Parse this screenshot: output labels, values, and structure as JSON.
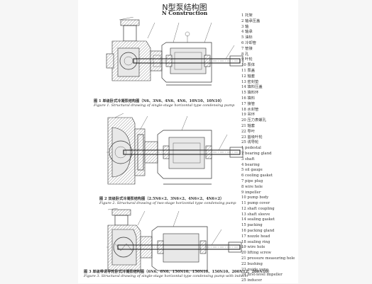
{
  "page": {
    "title": "N型泵结构图",
    "subtitle": "N Construction"
  },
  "figures": [
    {
      "caption_zh": "图 1    单级卧式冷凝泵结构图（N6、3N6、4N6、4N6、10N10、10N10）",
      "caption_en": "Figure 1. Structural drawing of single-stage horizontal type condensing pump"
    },
    {
      "caption_zh": "图 2    双级卧式冷凝泵结构图（2.5N6×2、3N6×2、4N6×2、4N6×2）",
      "caption_en": "Figure 2. Structural drawing of two-stage horizontal type condensing pump"
    },
    {
      "caption_zh": "图 3    单级带诱导轮卧式冷凝泵结构图（6N6、6N6、150N10、150N10、150N10、200N12、200N10）",
      "caption_en": "Figure 3. Structural drawing of single-stage horizontal type condensing pump with inducer"
    }
  ],
  "parts": [
    "1 托架",
    "2 轴承压盖",
    "3 轴",
    "4 轴承",
    "5 油标",
    "6 冷却管",
    "7 管接",
    "8 孔",
    "9 叶轮",
    "10 泵体",
    "11 泵盖",
    "12 轴套",
    "13 密封垫",
    "14 填料压盖",
    "15 填料环",
    "16 填料",
    "17 接管",
    "18 水封管",
    "19 吊环",
    "20 压力表螺孔",
    "21 轴套",
    "22 导叶",
    "23 首级叶轮",
    "25 诱导轮",
    "1 pedestal",
    "2 bearing gland",
    "3 shaft",
    "4 bearing",
    "5 oil gauge",
    "6 cooling gasket",
    "7 pipe plug",
    "8 wire hole",
    "9 impeller",
    "10 pump body",
    "11 pump cover",
    "12 shaft coupling",
    "13 shaft sleeve",
    "14 sealing gasket",
    "15 packing",
    "16 packing gland",
    "17 nozzle head",
    "18 sealing ring",
    "19 wire hole",
    "20 lifting screw",
    "21 pressure measuring hole",
    "22 bushing",
    "23 guide vane",
    "24 first-level impeller",
    "25 inducer"
  ]
}
